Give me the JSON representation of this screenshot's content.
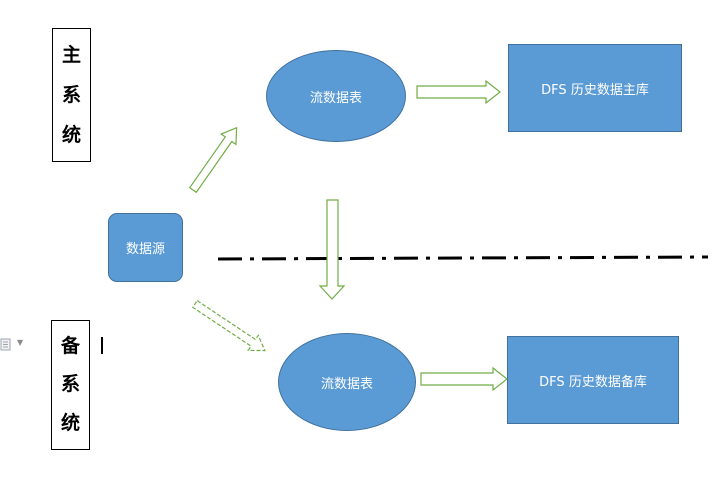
{
  "main_system": {
    "chars": [
      "主",
      "系",
      "统"
    ]
  },
  "backup_system": {
    "chars": [
      "备",
      "系",
      "统"
    ]
  },
  "nodes": {
    "source": "数据源",
    "stream_table_main": "流数据表",
    "stream_table_backup": "流数据表",
    "dfs_main": "DFS 历史数据主库",
    "dfs_backup": "DFS 历史数据备库"
  },
  "icons": {
    "document": "document-icon",
    "dropdown": "chevron-down-icon"
  },
  "colors": {
    "node_fill": "#5b9bd5",
    "node_border": "#41719c",
    "arrow_stroke": "#70ad47",
    "divider": "#000000"
  }
}
